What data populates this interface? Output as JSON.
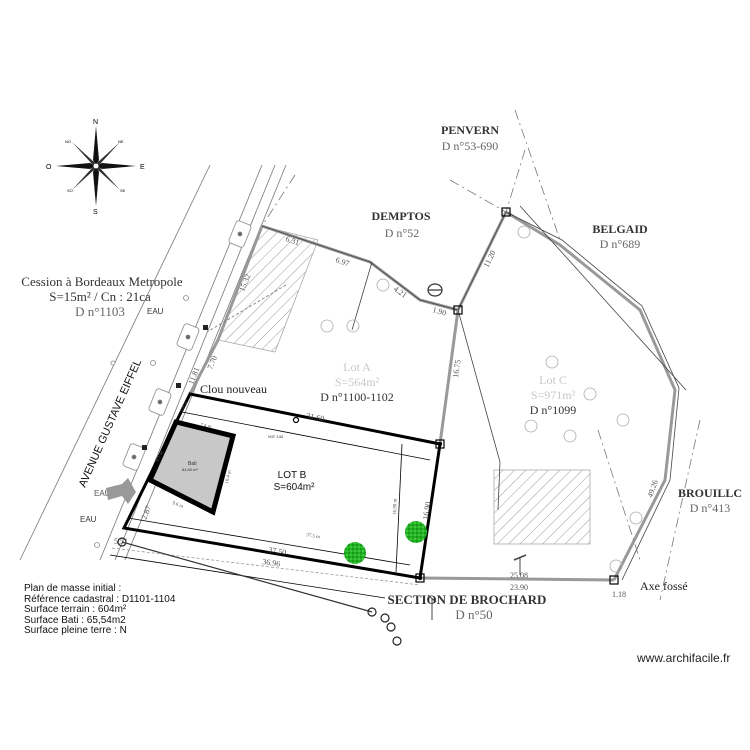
{
  "compass": {
    "north": "N",
    "south": "S",
    "east": "E",
    "west": "O",
    "northeast": "NE",
    "northwest": "NO",
    "southeast": "SE",
    "southwest": "SO"
  },
  "parcels": {
    "cession": {
      "title": "Cession à Bordeaux Metropole",
      "surface": "S=15m² / Cn : 21ca",
      "ref": "D n°1103"
    },
    "penvern": {
      "name": "PENVERN",
      "ref": "D n°53-690"
    },
    "demptos": {
      "name": "DEMPTOS",
      "ref": "D n°52"
    },
    "belgaid": {
      "name": "BELGAID",
      "ref": "D n°689"
    },
    "lot_a": {
      "name": "Lot A",
      "surface": "S=564m²",
      "ref": "D n°1100-1102"
    },
    "lot_c": {
      "name": "Lot C",
      "surface": "S=971m²",
      "ref": "D n°1099"
    },
    "lot_b": {
      "name": "LOT B",
      "surface": "S=604m²"
    },
    "brouillc": {
      "name": "BROUILLC",
      "ref": "D n°413"
    },
    "brochard": {
      "name": "SECTION DE BROCHARD",
      "ref": "D n°50"
    }
  },
  "street": {
    "name": "AVENUE GUSTAVE EIFFEL"
  },
  "labels": {
    "clou_nouveau": "Clou nouveau",
    "axe_fosse": "Axe fossé",
    "eau": "EAU",
    "ngf": "NGF 3.86"
  },
  "building": {
    "name": "Bati",
    "area": "64.80 m²"
  },
  "dimensions": {
    "d_631": "6.31",
    "d_697": "6.97",
    "d_421": "4.21",
    "d_190": "1.90",
    "d_1120": "11.20",
    "d_1675": "16.75",
    "d_1532": "15.32",
    "d_770": "7.70",
    "d_1181": "11.81",
    "d_3160": "31.60",
    "d_316m": "31.6 m",
    "d_3750": "37.50",
    "d_375m": "37.5 m",
    "d_3696": "36.96",
    "d_1690": "16.90",
    "d_1690m": "16.90 m",
    "d_2508": "25.08",
    "d_2390": "23.90",
    "d_118": "1.18",
    "d_4926": "49.26",
    "d_74m": "7.4 m",
    "d_104m": "10.4 m",
    "d_96m": "9.6 m",
    "d_61m": "6.1 m",
    "d_128m": "1.28 m",
    "d_287": "2.87",
    "d_551": "5.51",
    "d_1446": "14.46",
    "d_1774": "17.74"
  },
  "info": {
    "line1": "Plan de masse initial :",
    "line2": "Référence cadastral : D1101-1104",
    "line3": "Surface terrain : 604m²",
    "line4": "Surface Bati : 65,54m2",
    "line5": "Surface pleine terre : N"
  },
  "watermark": "www.archifacile.fr",
  "colors": {
    "boundary": "#000000",
    "building_fill": "#c8c8c8",
    "tree_green": "#22b322",
    "neighbor_line": "#9a9a9a",
    "label_gray": "#555555",
    "faded_label": "#b0b0b0"
  }
}
